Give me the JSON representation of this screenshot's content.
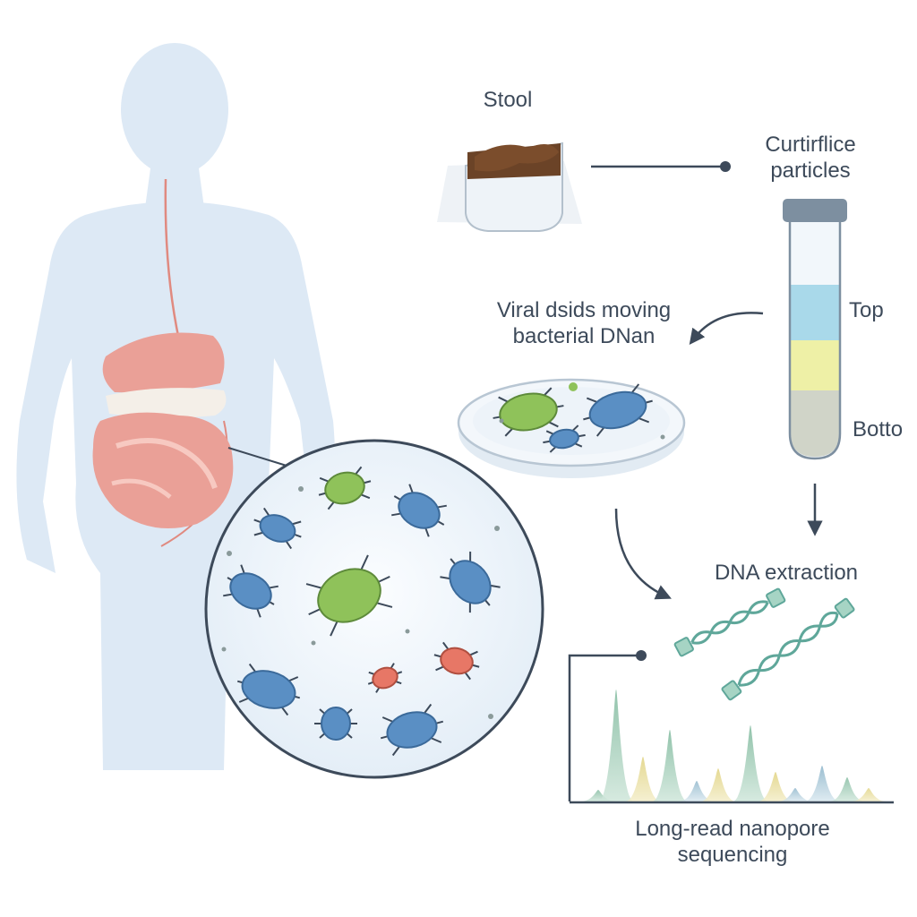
{
  "labels": {
    "stool": "Stool",
    "particles_line1": "Curtirflice",
    "particles_line2": "particles",
    "viral_line1": "Viral dsids moving",
    "viral_line2": "bacterial DNan",
    "top": "Top",
    "bottom": "Botto",
    "dna_extraction": "DNA extraction",
    "sequencing_line1": "Long-read nanopore",
    "sequencing_line2": "sequencing"
  },
  "icons": [
    "human-silhouette-icon",
    "digestive-tract-icon",
    "microbe-icon",
    "stool-container-icon",
    "centrifuge-tube-icon",
    "petri-dish-icon",
    "dna-strand-icon",
    "sequencing-peaks-icon"
  ],
  "colors": {
    "silhouette": "#dde9f5",
    "organs": "#eaa097",
    "text": "#3d4a5a",
    "connector": "#3d4a5a",
    "microbe_blue": "#5a8fc4",
    "microbe_green": "#8fc25a",
    "microbe_red": "#e77766",
    "tube_top_band": "#a9d9ea",
    "tube_middle_band": "#eef0a6",
    "tube_bottom_band": "#d0d4c8"
  }
}
